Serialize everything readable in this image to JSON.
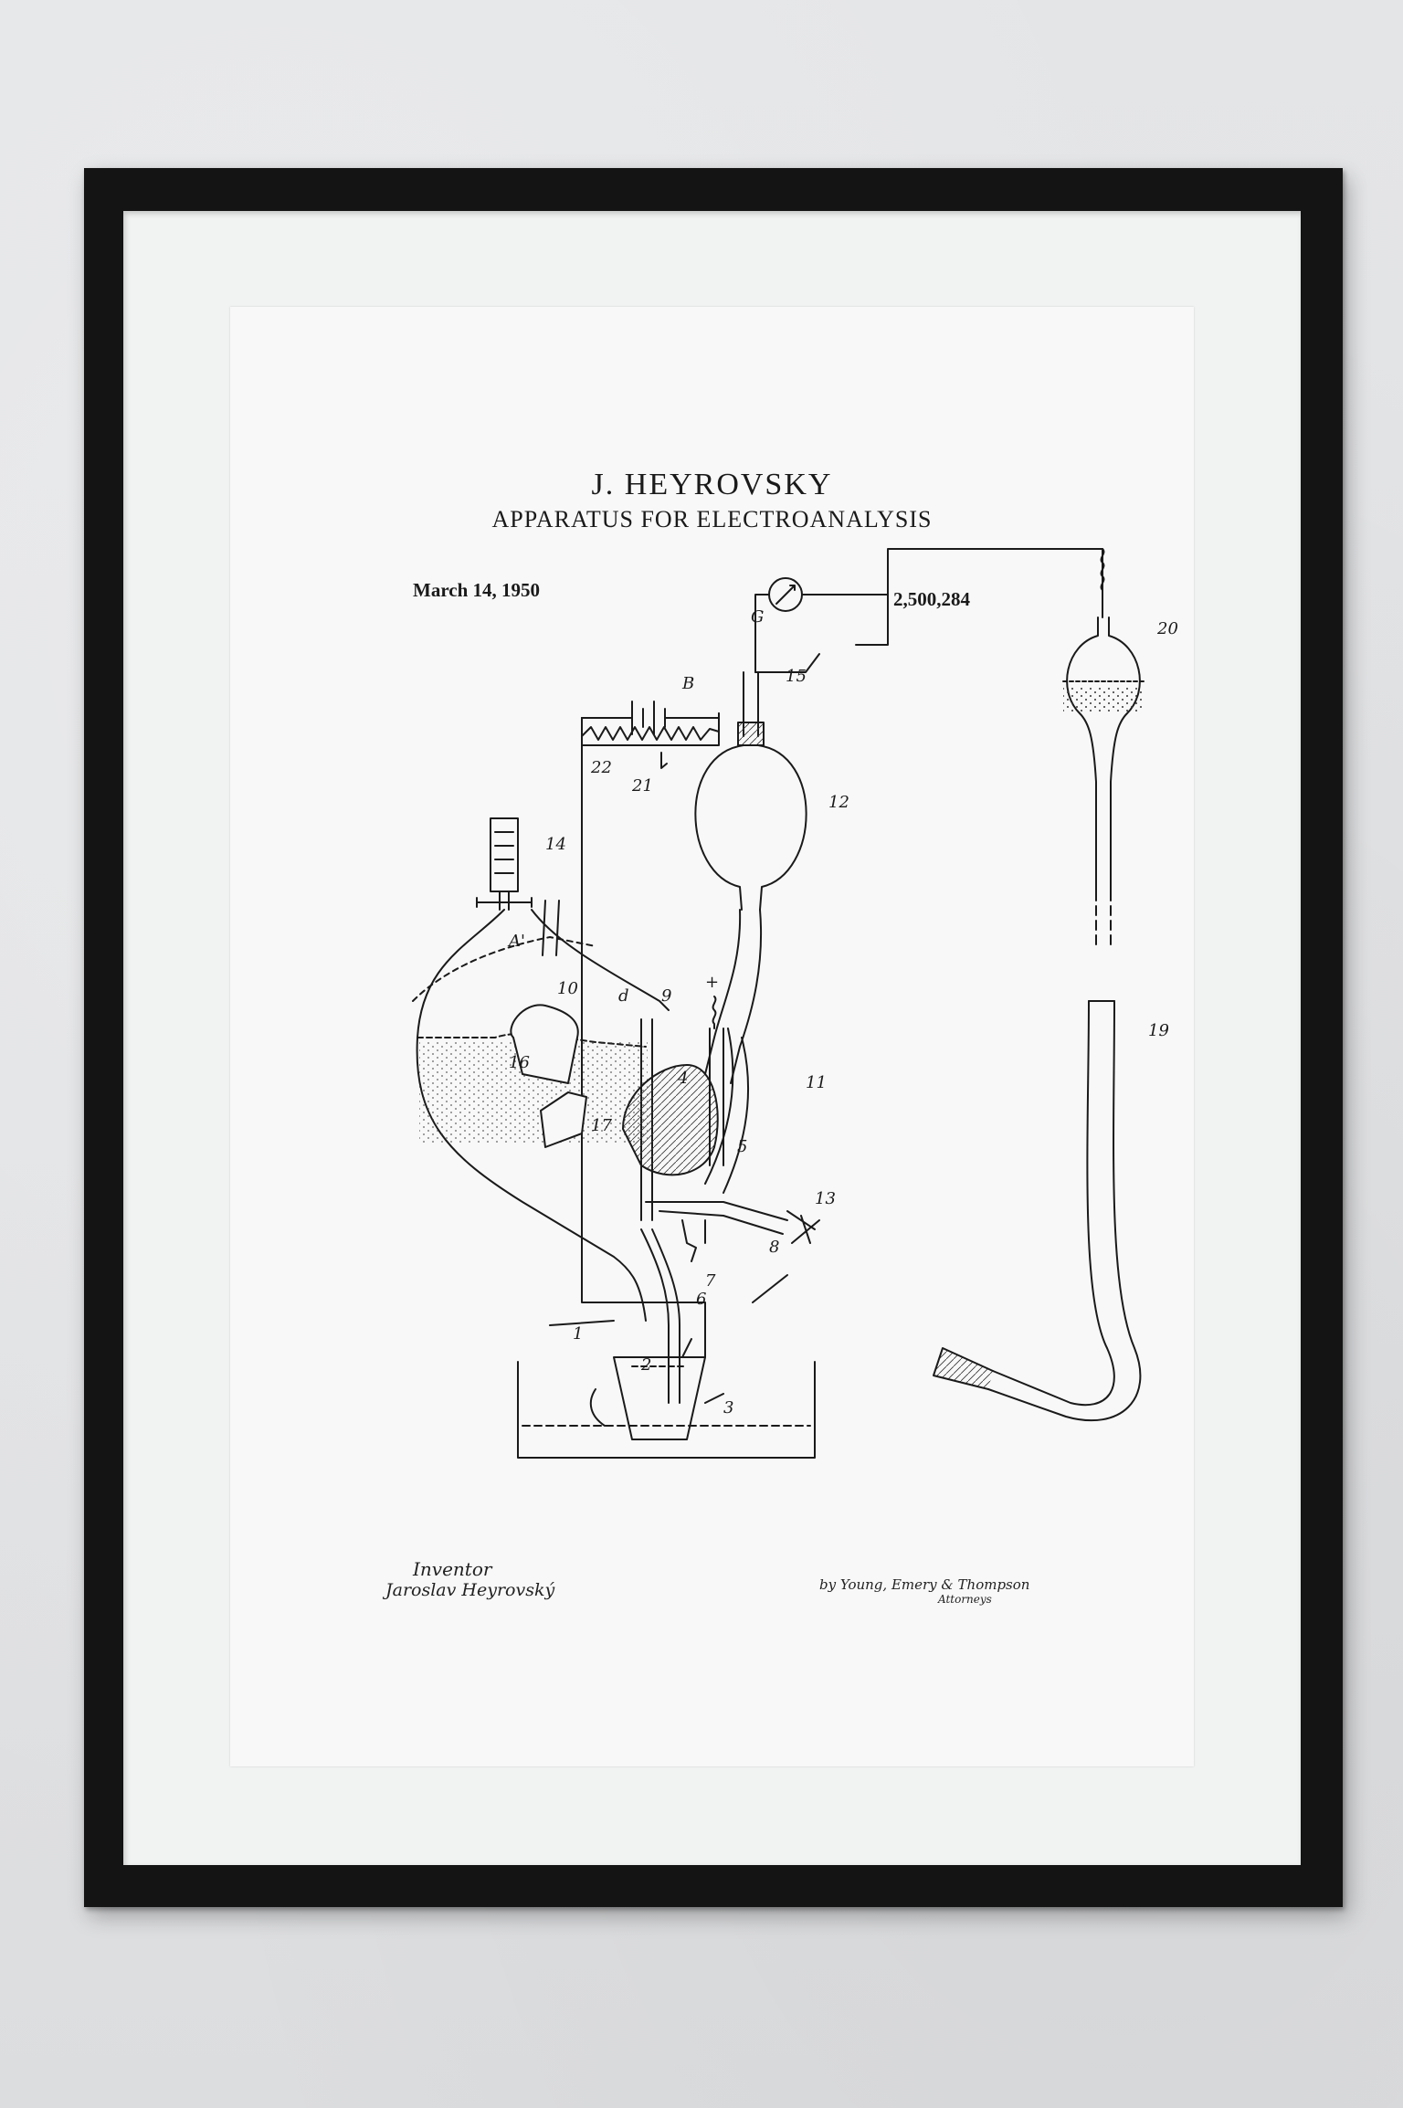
{
  "poster": {
    "inventor_name": "J. HEYROVSKY",
    "invention_title": "APPARATUS FOR ELECTROANALYSIS",
    "date": "March 14, 1950",
    "patent_number": "2,500,284"
  },
  "figure_labels": {
    "B": "B",
    "G": "G",
    "n1": "1",
    "n2": "2",
    "n3": "3",
    "n4": "4",
    "n5": "5",
    "n6": "6",
    "n7": "7",
    "n8": "8",
    "n9": "9",
    "n10": "10",
    "n11": "11",
    "n12": "12",
    "n13": "13",
    "n14": "14",
    "n15": "15",
    "n16": "16",
    "n17": "17",
    "n19": "19",
    "n20": "20",
    "n21": "21",
    "n22": "22",
    "A1": "A'",
    "d": "d",
    "plus": "+"
  },
  "signatures": {
    "inventor_caption": "Inventor",
    "inventor_signature": "Jaroslav Heyrovský",
    "attorney_by": "by",
    "attorney_signature": "Young, Emery & Thompson",
    "attorney_caption": "Attorneys"
  },
  "colors": {
    "frame": "#141414",
    "mat": "#f1f2f2",
    "paper": "#f8f8f8",
    "ink": "#1a1a1a",
    "wall": "#e2e3e5"
  }
}
